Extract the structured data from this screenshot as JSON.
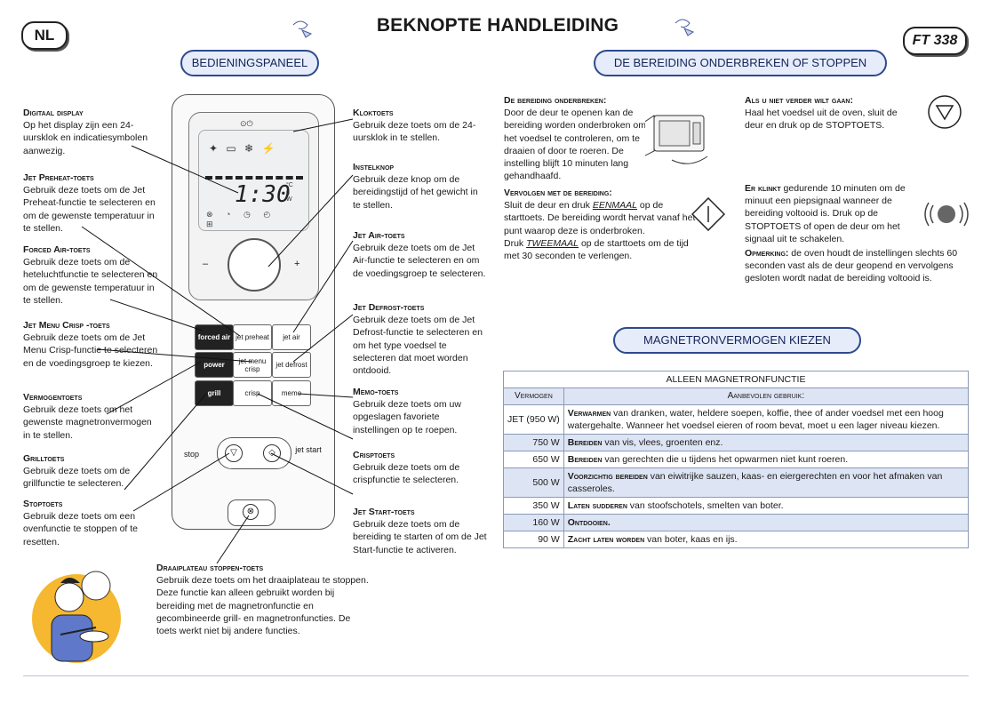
{
  "header": {
    "lang": "NL",
    "title": "BEKNOPTE HANDLEIDING",
    "model": "FT 338"
  },
  "sections": {
    "control_panel": "BEDIENINGSPANEEL",
    "interrupt": "DE BEREIDING ONDERBREKEN OF STOPPEN",
    "power": "MAGNETRONVERMOGEN KIEZEN"
  },
  "left_labels": [
    {
      "title": "Digitaal display",
      "body": "Op het display zijn een 24-uursklok en indicatiesymbolen aanwezig."
    },
    {
      "title": "Jet Preheat-toets",
      "body": "Gebruik deze toets om de Jet Preheat-functie te selecteren en om de gewenste temperatuur in te stellen."
    },
    {
      "title": "Forced Air-toets",
      "body": "Gebruik deze toets om de heteluchtfunctie te selecteren en om de gewenste temperatuur in te stellen."
    },
    {
      "title": "Jet Menu Crisp -toets",
      "body": "Gebruik deze toets om de Jet Menu Crisp-functie te selecteren en de voedingsgroep te kiezen."
    },
    {
      "title": "Vermogentoets",
      "body": "Gebruik deze toets om het gewenste magnetronvermogen in te stellen."
    },
    {
      "title": "Grilltoets",
      "body": "Gebruik deze toets om de grillfunctie te selecteren."
    },
    {
      "title": "Stoptoets",
      "body": "Gebruik deze toets om een ovenfunctie te stoppen of te resetten."
    }
  ],
  "right_labels": [
    {
      "title": "Kloktoets",
      "body": "Gebruik deze toets om de 24-uursklok in te stellen."
    },
    {
      "title": "Instelknop",
      "body": "Gebruik deze knop om de bereidingstijd of het gewicht in te stellen."
    },
    {
      "title": "Jet Air-toets",
      "body": "Gebruik deze toets om de Jet Air-functie te selecteren en om de voedingsgroep te selecteren."
    },
    {
      "title": "Jet Defrost-toets",
      "body": "Gebruik deze toets om de Jet Defrost-functie te selecteren en om het type voedsel te selecteren dat moet worden ontdooid."
    },
    {
      "title": "Memo-toets",
      "body": "Gebruik deze toets om uw opgeslagen favoriete instellingen op te roepen."
    },
    {
      "title": "Crisptoets",
      "body": "Gebruik deze toets om de crispfunctie te selecteren."
    },
    {
      "title": "Jet Start-toets",
      "body": "Gebruik deze toets om de bereiding te starten of om de Jet Start-functie te activeren."
    }
  ],
  "turntable": {
    "title": "Draaiplateau stoppen-toets",
    "body": "Gebruik deze toets om het draaiplateau te stoppen. Deze functie kan alleen gebruikt worden bij bereiding met de magnetronfunctie en gecombineerde grill- en magnetronfuncties. De toets werkt niet bij andere functies."
  },
  "panel": {
    "display_time": "1:30",
    "display_unit_c": "°C",
    "display_unit_g": "g",
    "display_unit_w": "W",
    "minus": "–",
    "plus": "+",
    "buttons": {
      "forced_air": "forced air",
      "jet_preheat": "jet preheat",
      "jet_air": "jet air",
      "power": "power",
      "jet_menu_crisp": "jet menu crisp",
      "jet_defrost": "jet defrost",
      "grill": "grill",
      "crisp": "crisp",
      "memo": "memo",
      "stop": "stop",
      "jet_start": "jet start"
    }
  },
  "interrupt_block": {
    "interrupt_title": "De bereiding onderbreken:",
    "interrupt_body": "Door de deur te openen kan de bereiding worden onderbroken om het voedsel te controleren, om te draaien of door te roeren. De instelling blijft 10 minuten lang gehandhaafd.",
    "resume_title": "Vervolgen met de bereiding:",
    "resume_body_1": "Sluit de deur en druk ",
    "resume_once": "EENMAAL",
    "resume_body_2": " op de starttoets. De bereiding wordt hervat vanaf het punt waarop deze is onderbroken.",
    "resume_body_3": "Druk ",
    "resume_twice": "TWEEMAAL",
    "resume_body_4": " op de starttoets om de tijd met 30 seconden te verlengen.",
    "stop_title": "Als u niet verder wilt gaan:",
    "stop_body": "Haal het voedsel uit de oven, sluit de deur en druk op de STOPTOETS.",
    "beep_title": "Er klinkt",
    "beep_body": " gedurende 10 minuten om de minuut een piepsignaal wanneer de bereiding voltooid is. Druk op de STOPTOETS of open de deur om het signaal uit te schakelen.",
    "note_title": "Opmerking:",
    "note_body": " de oven houdt de instellingen slechts 60 seconden vast als de deur geopend en vervolgens gesloten wordt nadat de bereiding voltooid is."
  },
  "power_table": {
    "caption": "ALLEEN MAGNETRONFUNCTIE",
    "col_power": "Vermogen",
    "col_use": "Aanbevolen gebruik:",
    "rows": [
      {
        "power": "JET (950 W)",
        "title": "Verwarmen",
        "text": " van dranken, water, heldere soepen, koffie, thee of ander voedsel met een hoog watergehalte. Wanneer het voedsel eieren of room bevat, moet u een lager niveau kiezen."
      },
      {
        "power": "750 W",
        "title": "Bereiden",
        "text": " van vis, vlees, groenten enz."
      },
      {
        "power": "650 W",
        "title": "Bereiden",
        "text": " van gerechten die u tijdens het opwarmen niet kunt roeren."
      },
      {
        "power": "500 W",
        "title": "Voorzichtig bereiden",
        "text": " van eiwitrijke sauzen, kaas- en eiergerechten en voor het afmaken van casseroles."
      },
      {
        "power": "350 W",
        "title": "Laten sudderen",
        "text": " van stoofschotels, smelten van boter."
      },
      {
        "power": "160 W",
        "title": "Ontdooien.",
        "text": ""
      },
      {
        "power": "90 W",
        "title": "Zacht laten worden",
        "text": " van boter, kaas en ijs."
      }
    ]
  }
}
